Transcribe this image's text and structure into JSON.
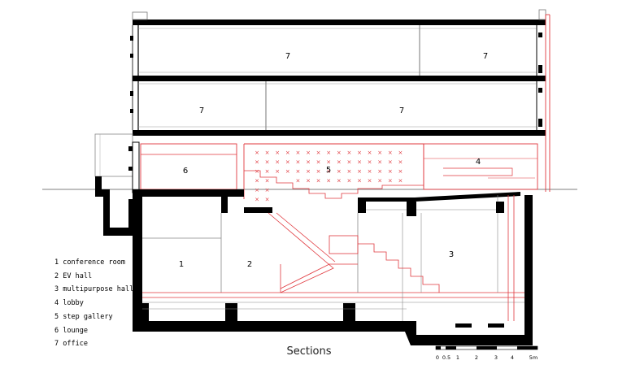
{
  "rooms": [
    {
      "number": "1"
    },
    {
      "number": "2"
    },
    {
      "number": "3"
    },
    {
      "number": "4"
    },
    {
      "number": "5"
    },
    {
      "number": "6"
    },
    {
      "number": "7"
    },
    {
      "number": "7"
    },
    {
      "number": "7"
    },
    {
      "number": "7"
    }
  ],
  "legend": [
    "1 conference room",
    "2 EV hall",
    "3 multipurpose hall",
    "4 lobby",
    "5 step gallery",
    "6 lounge",
    "7 office"
  ],
  "caption": "Sections",
  "scale_bar": {
    "ticks": [
      "0",
      "0.5",
      "1",
      "2",
      "3",
      "4",
      "5m"
    ]
  },
  "colors": {
    "wall": "#000000",
    "partition": "#6e6e6e",
    "highlight": "#e0383e",
    "ground_line": "#555555"
  }
}
